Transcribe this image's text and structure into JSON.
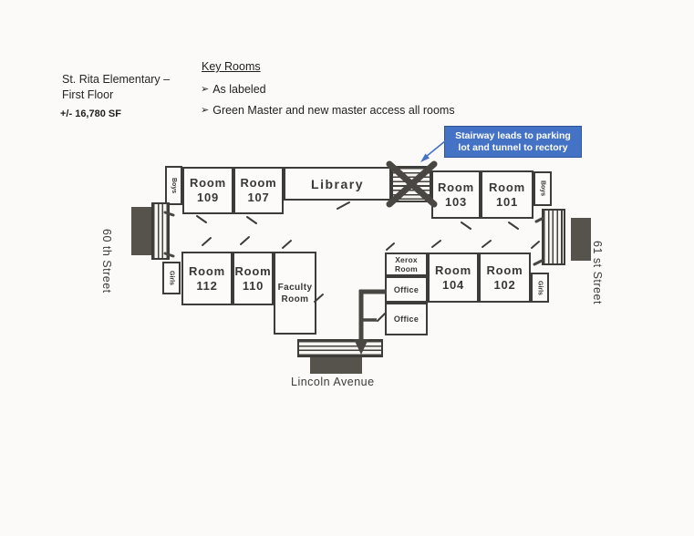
{
  "header": {
    "title_line1": "St. Rita Elementary –",
    "title_line2": "First Floor",
    "area_label": "+/- 16,780 SF"
  },
  "key": {
    "heading": "Key Rooms",
    "bullet_glyph": "➢",
    "items": [
      "As labeled",
      "Green Master and new master access all rooms"
    ]
  },
  "callout": {
    "line1": "Stairway leads to parking",
    "line2": "lot and tunnel to rectory",
    "bg_color": "#4472c4",
    "border_color": "#2f5597",
    "text_color": "#ffffff"
  },
  "rooms": {
    "r109": {
      "label": "Room",
      "number": "109"
    },
    "r107": {
      "label": "Room",
      "number": "107"
    },
    "library": {
      "label": "Library"
    },
    "r103": {
      "label": "Room",
      "number": "103"
    },
    "r101": {
      "label": "Room",
      "number": "101"
    },
    "r112": {
      "label": "Room",
      "number": "112"
    },
    "r110": {
      "label": "Room",
      "number": "110"
    },
    "faculty": {
      "label": "Faculty",
      "number": "Room"
    },
    "xerox": {
      "label": "Xerox",
      "number": "Room"
    },
    "office_upper": {
      "label": "Office"
    },
    "office_lower": {
      "label": "Office"
    },
    "r104": {
      "label": "Room",
      "number": "104"
    },
    "r102": {
      "label": "Room",
      "number": "102"
    }
  },
  "restrooms": {
    "boys_left": "Boys",
    "boys_right": "Boys",
    "girls_left": "Girls",
    "girls_right": "Girls"
  },
  "streets": {
    "west": "60 th Street",
    "east": "61 st Street",
    "south": "Lincoln Avenue"
  },
  "colors": {
    "wall": "#3e3c39",
    "stair_hatch": "#45423d",
    "exterior_block": "#56534d",
    "crossout": "#4a4742"
  }
}
